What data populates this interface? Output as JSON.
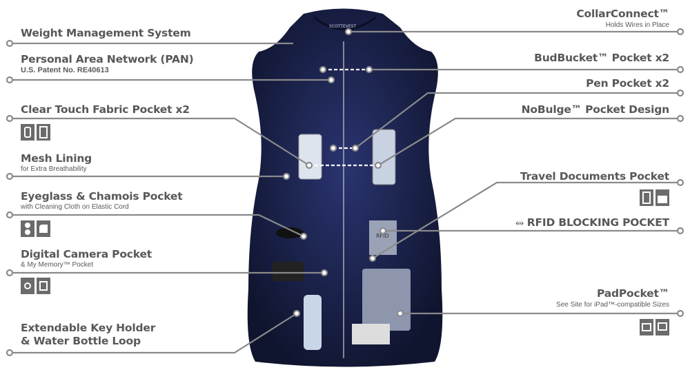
{
  "left": [
    {
      "title": "Weight Management System"
    },
    {
      "title": "Personal Area Network (PAN)",
      "subtitle": "U.S. Patent No. RE40613"
    },
    {
      "title": "Clear Touch Fabric Pocket x2",
      "icons": [
        "phone-icon",
        "music-player-icon"
      ]
    },
    {
      "title": "Mesh Lining",
      "subtitle": "for Extra Breathability"
    },
    {
      "title": "Eyeglass & Chamois Pocket",
      "subtitle": "with Cleaning Cloth on Elastic Cord",
      "icons": [
        "eyeglasses-icon",
        "chamois-cloth-icon"
      ]
    },
    {
      "title": "Digital Camera Pocket",
      "subtitle": "& My Memory™ Pocket",
      "icons": [
        "camera-icon",
        "memory-card-icon"
      ]
    },
    {
      "title": "Extendable Key Holder",
      "title2": "& Water Bottle Loop"
    }
  ],
  "right": [
    {
      "title": "CollarConnect™",
      "subtitle": "Holds Wires in Place"
    },
    {
      "title": "BudBucket™ Pocket x2"
    },
    {
      "title": "Pen Pocket x2"
    },
    {
      "title": "NoBulge™ Pocket Design"
    },
    {
      "title": "Travel Documents Pocket",
      "icons": [
        "boarding-pass-icon",
        "passport-icon"
      ]
    },
    {
      "title": "RFID BLOCKING POCKET"
    },
    {
      "title": "PadPocket™",
      "subtitle": "See Site for iPad™-compatible Sizes",
      "icons": [
        "book-icon",
        "laptop-icon"
      ]
    }
  ],
  "vest": {
    "brand": "SCOTTEVEST",
    "rfid_tag": "RFID"
  },
  "colors": {
    "text": "#58585a",
    "line": "#8a8a8c",
    "vest": "#1c2350"
  }
}
